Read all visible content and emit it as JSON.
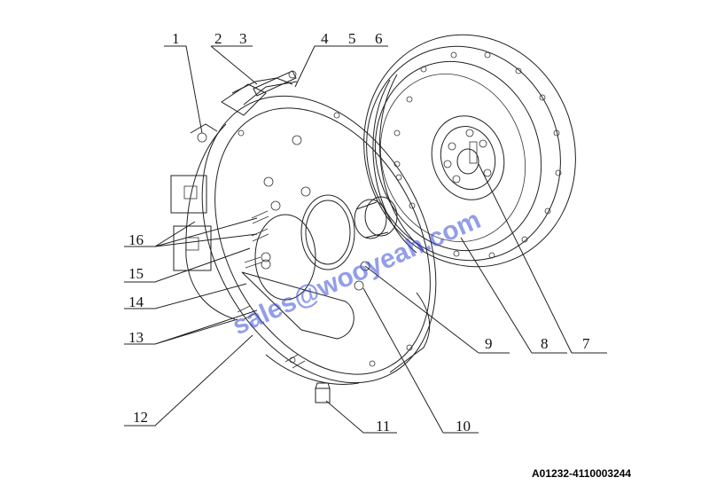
{
  "callouts": [
    "1",
    "2",
    "3",
    "4",
    "5",
    "6",
    "7",
    "8",
    "9",
    "10",
    "11",
    "12",
    "13",
    "14",
    "15",
    "16"
  ],
  "drawing_code": "A01232-4110003244",
  "watermark": "sales@wooyeah.com"
}
